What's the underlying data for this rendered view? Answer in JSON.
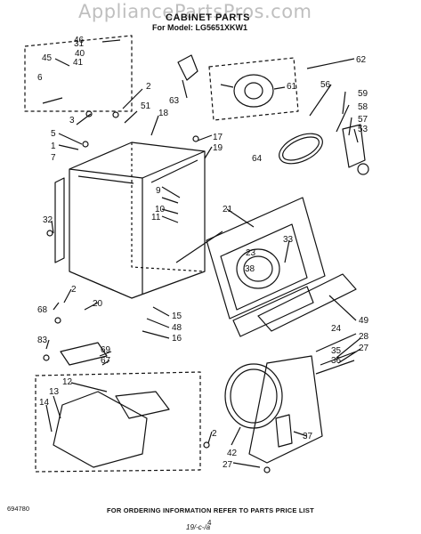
{
  "header": {
    "watermark": "AppliancePartsPros.com",
    "title": "CABINET PARTS",
    "model_line": "For Model: LG5651XKW1"
  },
  "footer": {
    "document_number": "694780",
    "ordering_note": "FOR ORDERING INFORMATION REFER TO PARTS PRICE LIST",
    "page_number": "4",
    "handwritten_note": "19/-c-/a"
  },
  "callouts": [
    "46",
    "31",
    "40",
    "41",
    "45",
    "6",
    "3",
    "5",
    "1",
    "7",
    "2",
    "51",
    "18",
    "63",
    "62",
    "61",
    "56",
    "59",
    "58",
    "57",
    "53",
    "64",
    "17",
    "19",
    "9",
    "10",
    "11",
    "32",
    "21",
    "33",
    "23",
    "38",
    "2",
    "20",
    "15",
    "48",
    "16",
    "68",
    "83",
    "69",
    "67",
    "12",
    "13",
    "14",
    "49",
    "24",
    "35",
    "36",
    "28",
    "27",
    "37",
    "42",
    "27",
    "2"
  ]
}
